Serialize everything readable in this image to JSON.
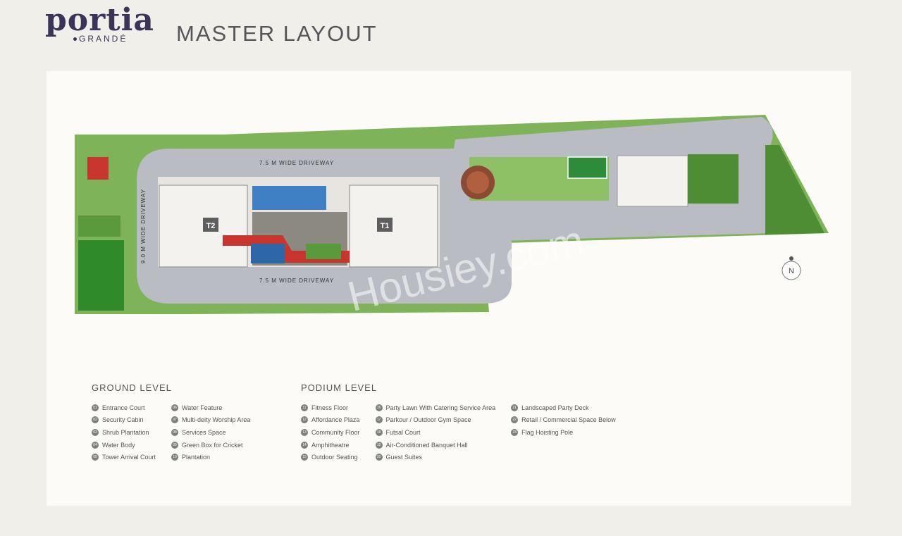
{
  "brand": {
    "name": "portia",
    "sub": "GRANDÉ"
  },
  "title": "MASTER LAYOUT",
  "plan": {
    "driveway_top": "7.5 M WIDE DRIVEWAY",
    "driveway_bottom": "7.5 M WIDE DRIVEWAY",
    "driveway_side": "9.0 M WIDE DRIVEWAY",
    "tower_left": "T2",
    "tower_right": "T1",
    "north": "N",
    "watermark": "Housiey.com"
  },
  "legend": {
    "ground": {
      "heading": "GROUND LEVEL",
      "col1": [
        {
          "num": "01",
          "label": "Entrance Court"
        },
        {
          "num": "02",
          "label": "Security Cabin"
        },
        {
          "num": "03",
          "label": "Shrub Plantation"
        },
        {
          "num": "04",
          "label": "Water Body"
        },
        {
          "num": "05",
          "label": "Tower Arrival Court"
        }
      ],
      "col2": [
        {
          "num": "06",
          "label": "Water Feature"
        },
        {
          "num": "07",
          "label": "Multi-deity Worship Area"
        },
        {
          "num": "08",
          "label": "Services Space"
        },
        {
          "num": "09",
          "label": "Green Box for Cricket"
        },
        {
          "num": "10",
          "label": "Plantation"
        }
      ]
    },
    "podium": {
      "heading": "PODIUM LEVEL",
      "col1": [
        {
          "num": "11",
          "label": "Fitness Floor"
        },
        {
          "num": "12",
          "label": "Affordance Plaza"
        },
        {
          "num": "13",
          "label": "Community Floor"
        },
        {
          "num": "14",
          "label": "Amphitheatre"
        },
        {
          "num": "15",
          "label": "Outdoor Seating"
        }
      ],
      "col2": [
        {
          "num": "16",
          "label": "Party Lawn With Catering Service Area"
        },
        {
          "num": "17",
          "label": "Parkour / Outdoor Gym Space"
        },
        {
          "num": "18",
          "label": "Futsal Court"
        },
        {
          "num": "19",
          "label": "Air-Conditioned Banquet Hall"
        },
        {
          "num": "20",
          "label": "Guest Suites"
        }
      ],
      "col3": [
        {
          "num": "21",
          "label": "Landscaped Party Deck"
        },
        {
          "num": "22",
          "label": "Retail / Commercial Space Below"
        },
        {
          "num": "23",
          "label": "Flag Hoisting Pole"
        }
      ]
    }
  },
  "colors": {
    "brand": "#3a3556",
    "road": "#b9bcc2",
    "green": "#5a9a3c",
    "water": "#3f7fc4",
    "red": "#c8352e"
  }
}
